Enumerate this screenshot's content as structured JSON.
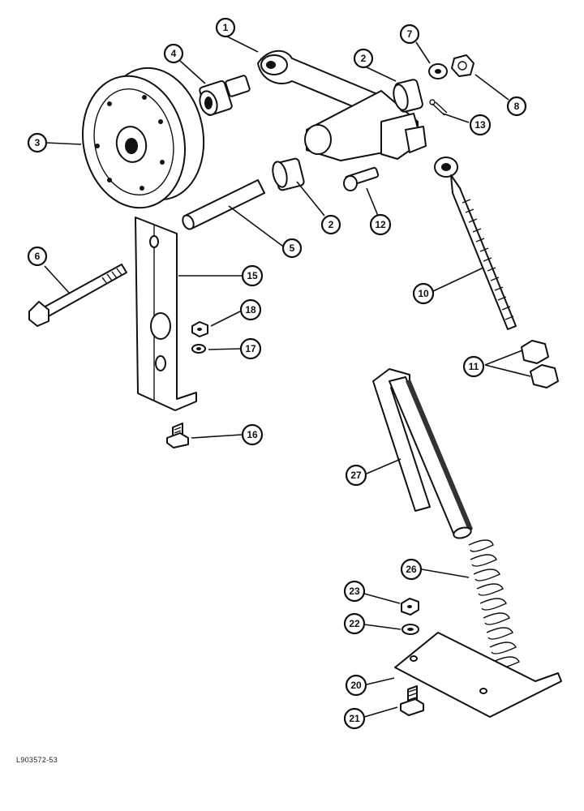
{
  "figure": {
    "reference_code": "L903572-53"
  },
  "callouts": [
    {
      "id": "c1",
      "label": "1"
    },
    {
      "id": "c2a",
      "label": "2"
    },
    {
      "id": "c2b",
      "label": "2"
    },
    {
      "id": "c3",
      "label": "3"
    },
    {
      "id": "c4",
      "label": "4"
    },
    {
      "id": "c5",
      "label": "5"
    },
    {
      "id": "c6",
      "label": "6"
    },
    {
      "id": "c7",
      "label": "7"
    },
    {
      "id": "c8",
      "label": "8"
    },
    {
      "id": "c10",
      "label": "10"
    },
    {
      "id": "c11",
      "label": "11"
    },
    {
      "id": "c12",
      "label": "12"
    },
    {
      "id": "c13",
      "label": "13"
    },
    {
      "id": "c15",
      "label": "15"
    },
    {
      "id": "c16",
      "label": "16"
    },
    {
      "id": "c17",
      "label": "17"
    },
    {
      "id": "c18",
      "label": "18"
    },
    {
      "id": "c20",
      "label": "20"
    },
    {
      "id": "c21",
      "label": "21"
    },
    {
      "id": "c22",
      "label": "22"
    },
    {
      "id": "c23",
      "label": "23"
    },
    {
      "id": "c26",
      "label": "26"
    },
    {
      "id": "c27",
      "label": "27"
    }
  ]
}
